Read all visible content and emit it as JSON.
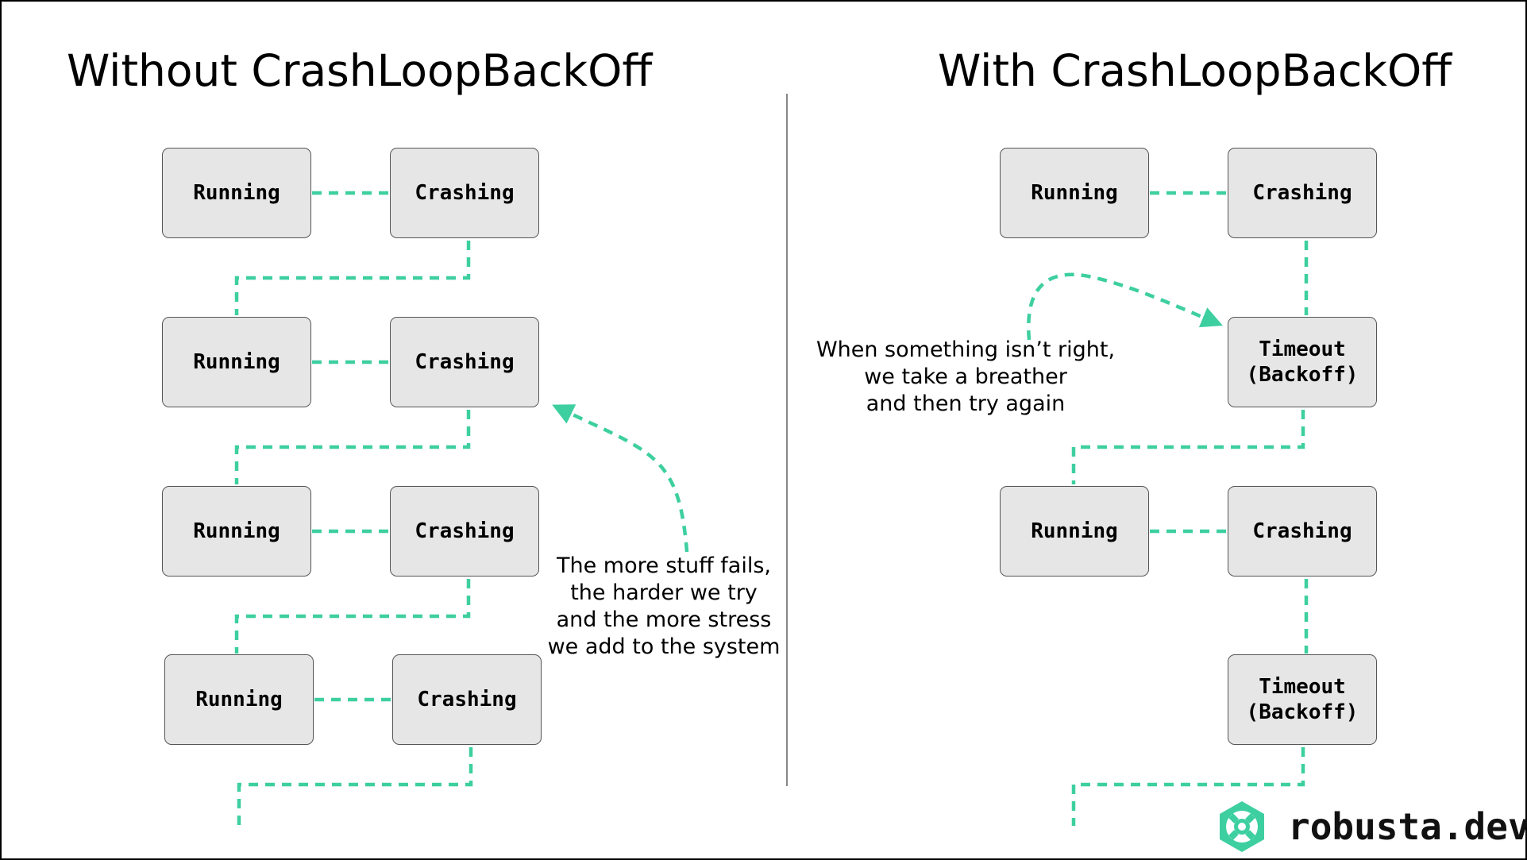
{
  "left_panel": {
    "title": "Without CrashLoopBackOff",
    "rows": [
      {
        "running": "Running",
        "crashing": "Crashing"
      },
      {
        "running": "Running",
        "crashing": "Crashing"
      },
      {
        "running": "Running",
        "crashing": "Crashing"
      },
      {
        "running": "Running",
        "crashing": "Crashing"
      }
    ],
    "note": "The more stuff fails,\nthe harder we try\nand the more stress\nwe add to the system"
  },
  "right_panel": {
    "title": "With CrashLoopBackOff",
    "rows": [
      {
        "running": "Running",
        "crashing": "Crashing",
        "timeout": "Timeout\n(Backoff)"
      },
      {
        "running": "Running",
        "crashing": "Crashing",
        "timeout": "Timeout\n(Backoff)"
      }
    ],
    "note": "When something isn’t right,\nwe take a breather\nand then try again"
  },
  "branding": {
    "logo_text": "robusta.dev",
    "logo_icon": "lifebuoy-icon"
  },
  "colors": {
    "connector": "#3ecfa0",
    "box_fill": "#e6e6e6",
    "box_border": "#555555"
  }
}
